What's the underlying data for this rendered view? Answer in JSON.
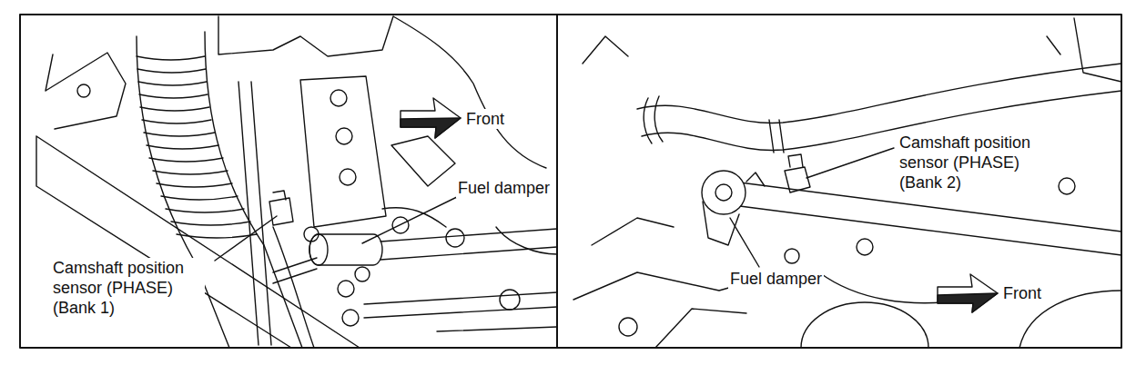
{
  "diagram": {
    "labels": [
      "Front",
      "Fuel damper",
      "Camshaft position sensor (PHASE) (Bank 1)",
      "Camshaft position sensor (PHASE) (Bank 2)",
      "Fuel damper",
      "Front"
    ]
  }
}
